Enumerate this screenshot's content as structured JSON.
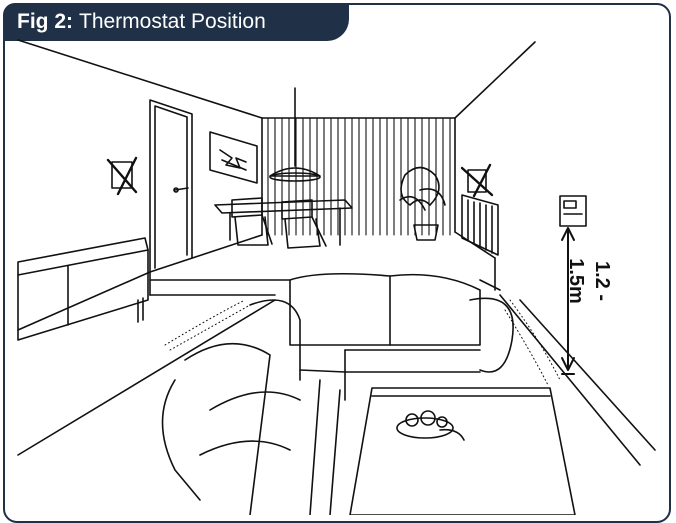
{
  "figure": {
    "label": "Fig 2:",
    "caption": "Thermostat Position"
  },
  "measurement": {
    "height_range": "1.2 - 1.5m"
  },
  "colors": {
    "title_bar": "#1f3047",
    "line": "#111111",
    "background": "#ffffff"
  }
}
